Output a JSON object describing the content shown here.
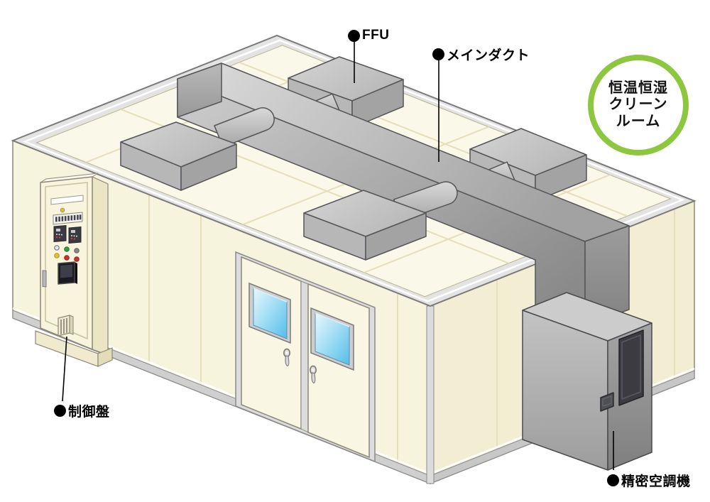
{
  "illustration": {
    "callouts": {
      "ffu": "FFU",
      "main_duct": "メインダクト",
      "control_panel": "制御盤",
      "precision_ac": "精密空調機"
    },
    "badge": {
      "line1": "恒温恒湿",
      "line2": "クリーン",
      "line3": "ルーム"
    },
    "colors": {
      "badge_ring": "#8dc63f",
      "roof": "#faf8e9",
      "wall_front": "#f7f4de",
      "wall_right": "#f2eed4",
      "duct_gray": "#a9a9a9",
      "window_blue": "#5fc0ea",
      "label_text": "#000000"
    }
  }
}
